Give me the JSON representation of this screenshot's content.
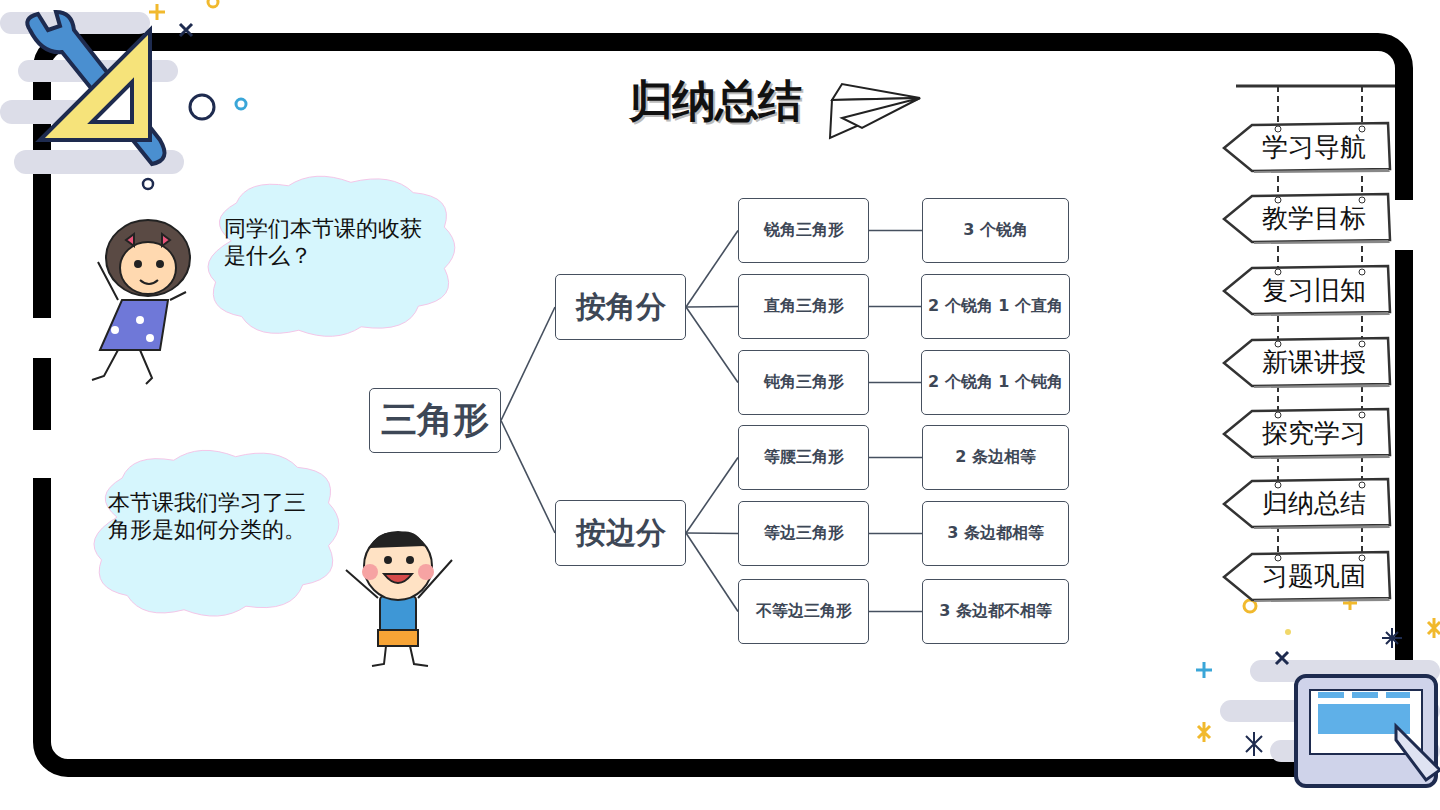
{
  "diagram": {
    "title": "归纳总结",
    "nodes": [
      {
        "text": [
          "同学们本节课的收获 是什么？"
        ]
      },
      {
        "text": [
          "本节课我们学习了三 角形是如何分类的。"
        ]
      },
      {
        "text": [
          "三角形"
        ]
      },
      {
        "text": [
          "按角分"
        ]
      },
      {
        "text": [
          "按边分"
        ]
      },
      {
        "text": [
          "锐角三角形"
        ]
      },
      {
        "text": [
          "3 个锐角"
        ]
      },
      {
        "text": [
          "直角三角形"
        ]
      },
      {
        "text": [
          "2 个锐角 1 个直角"
        ]
      },
      {
        "text": [
          "钝角三角形"
        ]
      },
      {
        "text": [
          "2 个锐角 1 个钝角"
        ]
      },
      {
        "text": [
          "等腰三角形"
        ]
      },
      {
        "text": [
          "2 条边相等"
        ]
      },
      {
        "text": [
          "等边三角形"
        ]
      },
      {
        "text": [
          "3 条边都相等"
        ]
      },
      {
        "text": [
          "不等边三角形"
        ]
      },
      {
        "text": [
          "3 条边都不相等"
        ]
      },
      {
        "text": [
          "学习导航"
        ]
      },
      {
        "text": [
          "教学目标"
        ]
      },
      {
        "text": [
          "复习旧知"
        ]
      },
      {
        "text": [
          "新课讲授"
        ]
      },
      {
        "text": [
          "探究学习"
        ]
      },
      {
        "text": [
          "归纳总结"
        ]
      },
      {
        "text": [
          "习题巩固"
        ]
      }
    ],
    "edges": [
      {
        "from": 2,
        "to": 3,
        "arrow": "none"
      },
      {
        "from": 2,
        "to": 4,
        "arrow": "none"
      },
      {
        "from": 3,
        "to": 5,
        "arrow": "none"
      },
      {
        "from": 3,
        "to": 7,
        "arrow": "none"
      },
      {
        "from": 3,
        "to": 9,
        "arrow": "none"
      },
      {
        "from": 4,
        "to": 11,
        "arrow": "none"
      },
      {
        "from": 4,
        "to": 13,
        "arrow": "none"
      },
      {
        "from": 4,
        "to": 15,
        "arrow": "none"
      },
      {
        "from": 5,
        "to": 6,
        "arrow": "none"
      },
      {
        "from": 7,
        "to": 8,
        "arrow": "none"
      },
      {
        "from": 9,
        "to": 10,
        "arrow": "none"
      },
      {
        "from": 11,
        "to": 12,
        "arrow": "none"
      },
      {
        "from": 13,
        "to": 14,
        "arrow": "none"
      },
      {
        "from": 15,
        "to": 16,
        "arrow": "none"
      }
    ]
  }
}
